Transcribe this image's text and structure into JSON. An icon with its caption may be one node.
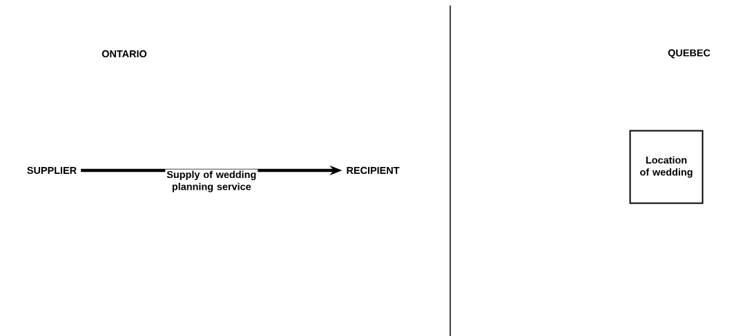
{
  "diagram": {
    "nodes": [
      {
        "text": [
          "SUPPLIER"
        ]
      },
      {
        "text": [
          "RECIPIENT"
        ]
      },
      {
        "text": [
          "Location of wedding"
        ]
      }
    ],
    "edges": [
      {
        "from": 0,
        "to": 1,
        "arrow": "to",
        "label": "Supply of wedding planning service"
      }
    ],
    "labels": [
      "ONTARIO",
      "QUEBEC"
    ]
  }
}
